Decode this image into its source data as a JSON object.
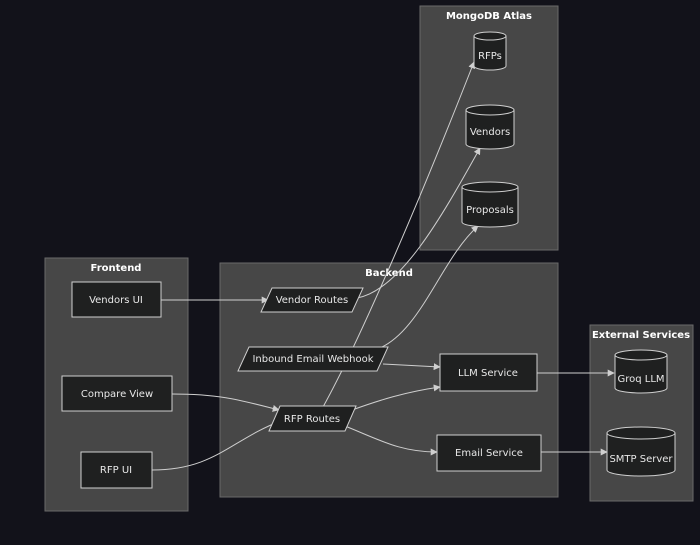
{
  "colors": {
    "background": "#12121a",
    "cluster_fill": "#474747",
    "node_fill": "#1f2020",
    "stroke": "#cfcfcf",
    "text": "#e8e8e8"
  },
  "clusters": {
    "mongodb": "MongoDB Atlas",
    "frontend": "Frontend",
    "backend": "Backend",
    "external": "External Services"
  },
  "nodes": {
    "rfps_db": "RFPs",
    "vendors_db": "Vendors",
    "proposals_db": "Proposals",
    "vendors_ui": "Vendors UI",
    "compare_view": "Compare View",
    "rfp_ui": "RFP UI",
    "vendor_routes": "Vendor Routes",
    "inbound_email_webhook": "Inbound Email Webhook",
    "rfp_routes": "RFP Routes",
    "llm_service": "LLM Service",
    "email_service": "Email Service",
    "groq_llm": "Groq LLM",
    "smtp_server": "SMTP Server"
  }
}
